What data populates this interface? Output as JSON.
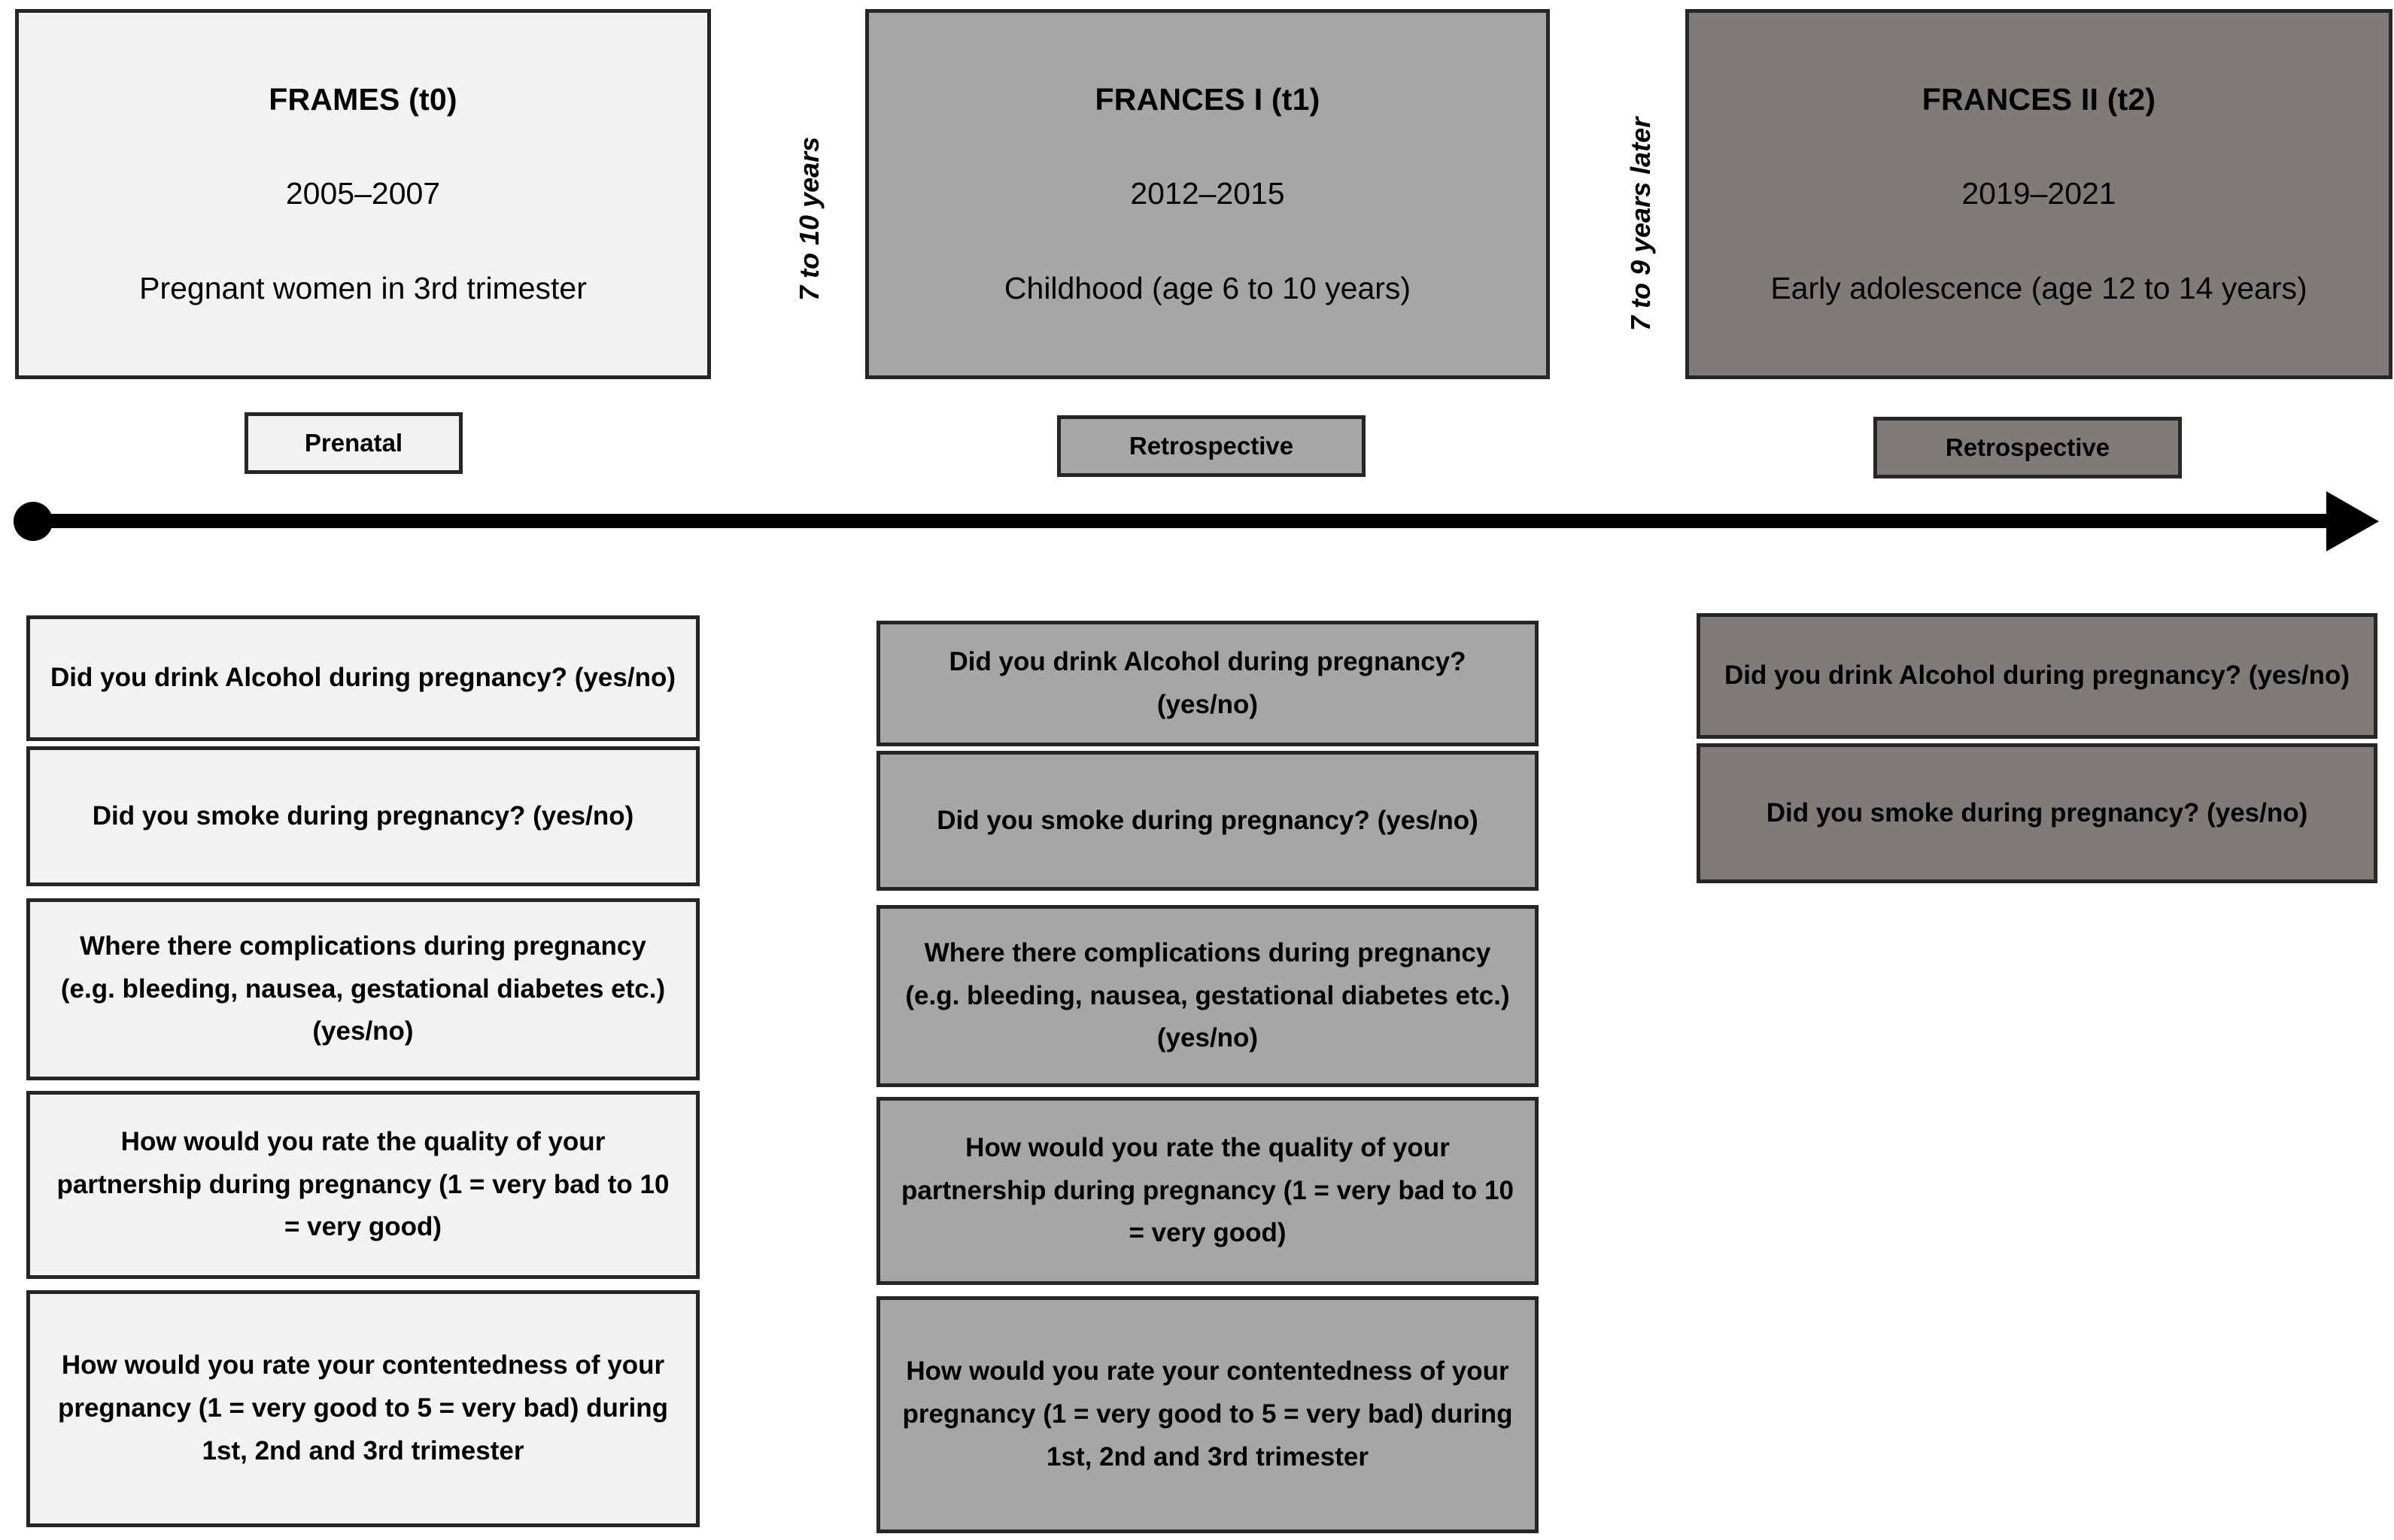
{
  "colors": {
    "tint_t0": "#f2f2f2",
    "tint_t1": "#a6a6a6",
    "tint_t2": "#7f7b78",
    "border": "#262626",
    "timeline": "#000000"
  },
  "phases": [
    {
      "title": "FRAMES (t0)",
      "years": "2005–2007",
      "population": "Pregnant women in 3rd trimester",
      "tag": "Prenatal"
    },
    {
      "title": "FRANCES I (t1)",
      "years": "2012–2015",
      "population": "Childhood (age 6 to 10 years)",
      "tag": "Retrospective"
    },
    {
      "title": "FRANCES II (t2)",
      "years": "2019–2021",
      "population": "Early adolescence (age 12 to 14 years)",
      "tag": "Retrospective"
    }
  ],
  "intervals": [
    {
      "label": "7 to 10 years"
    },
    {
      "label": "7 to 9 years later"
    }
  ],
  "questions": {
    "t0": [
      "Did you drink Alcohol during pregnancy? (yes/no)",
      "Did you smoke during pregnancy? (yes/no)",
      "Where there complications during pregnancy (e.g. bleeding, nausea, gestational diabetes etc.) (yes/no)",
      "How would you rate the quality of your partnership during pregnancy (1 = very bad to 10 = very good)",
      "How would you rate your contentedness of your pregnancy (1 = very good to 5 = very bad) during 1st, 2nd and 3rd trimester"
    ],
    "t1": [
      "Did you drink Alcohol during pregnancy? (yes/no)",
      "Did you smoke during pregnancy? (yes/no)",
      "Where there complications during pregnancy (e.g. bleeding, nausea, gestational diabetes etc.) (yes/no)",
      "How would you rate the quality of your partnership during pregnancy (1 = very bad to 10 = very good)",
      "How would you rate your contentedness of your pregnancy (1 = very good to 5 = very bad) during 1st, 2nd and 3rd trimester"
    ],
    "t2": [
      "Did you drink Alcohol during pregnancy? (yes/no)",
      "Did you smoke during pregnancy? (yes/no)"
    ]
  }
}
